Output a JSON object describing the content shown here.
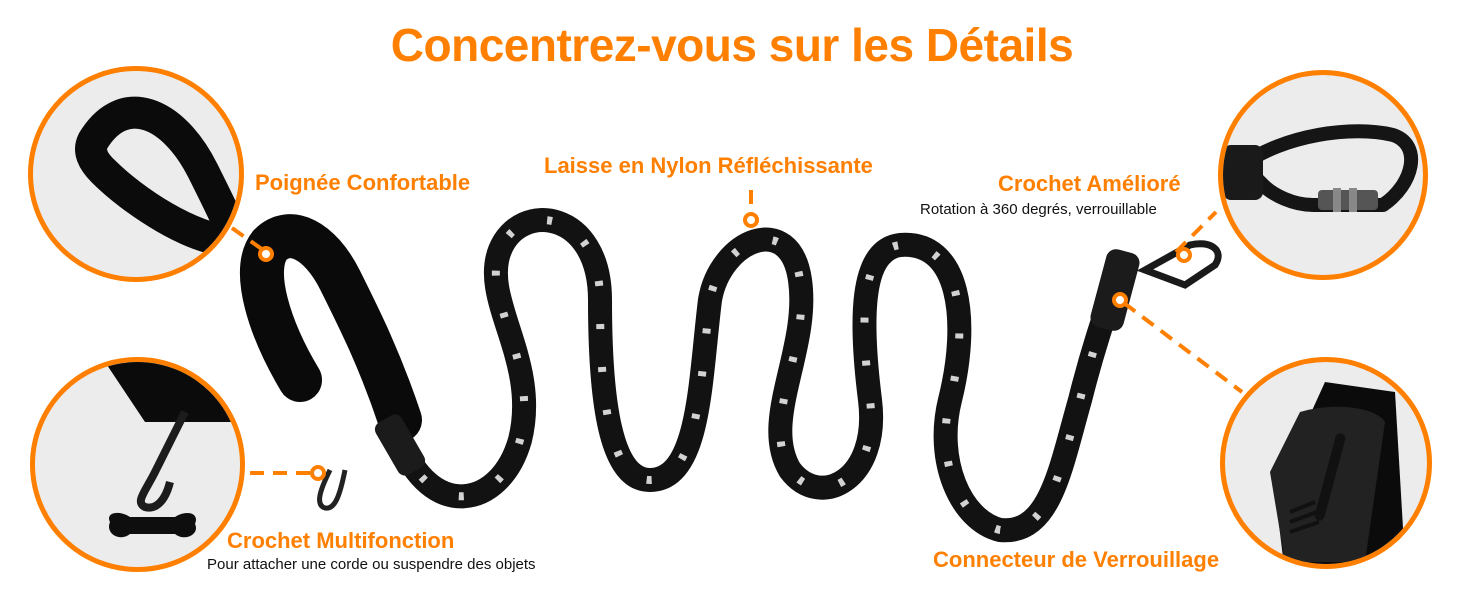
{
  "title": "Concentrez-vous sur les Détails",
  "colors": {
    "accent": "#ff7f00",
    "leash": "#111111",
    "reflective": "#e8e8e8",
    "circle_bg": "#ececec"
  },
  "features": [
    {
      "id": "handle",
      "label": "Poignée Confortable",
      "description": ""
    },
    {
      "id": "nylon",
      "label": "Laisse en Nylon Réfléchissante",
      "description": ""
    },
    {
      "id": "hook",
      "label": "Crochet Amélioré",
      "description": "Rotation à 360 degrés, verrouillable"
    },
    {
      "id": "multi",
      "label": "Crochet Multifonction",
      "description": "Pour attacher une corde ou suspendre des objets"
    },
    {
      "id": "lock",
      "label": "Connecteur de Verrouillage",
      "description": ""
    }
  ],
  "icons": {
    "handle_detail": "padded-handle-icon",
    "hook_detail": "locking-carabiner-icon",
    "multi_detail": "bag-dispenser-hook-icon",
    "lock_detail": "lock-connector-icon"
  }
}
